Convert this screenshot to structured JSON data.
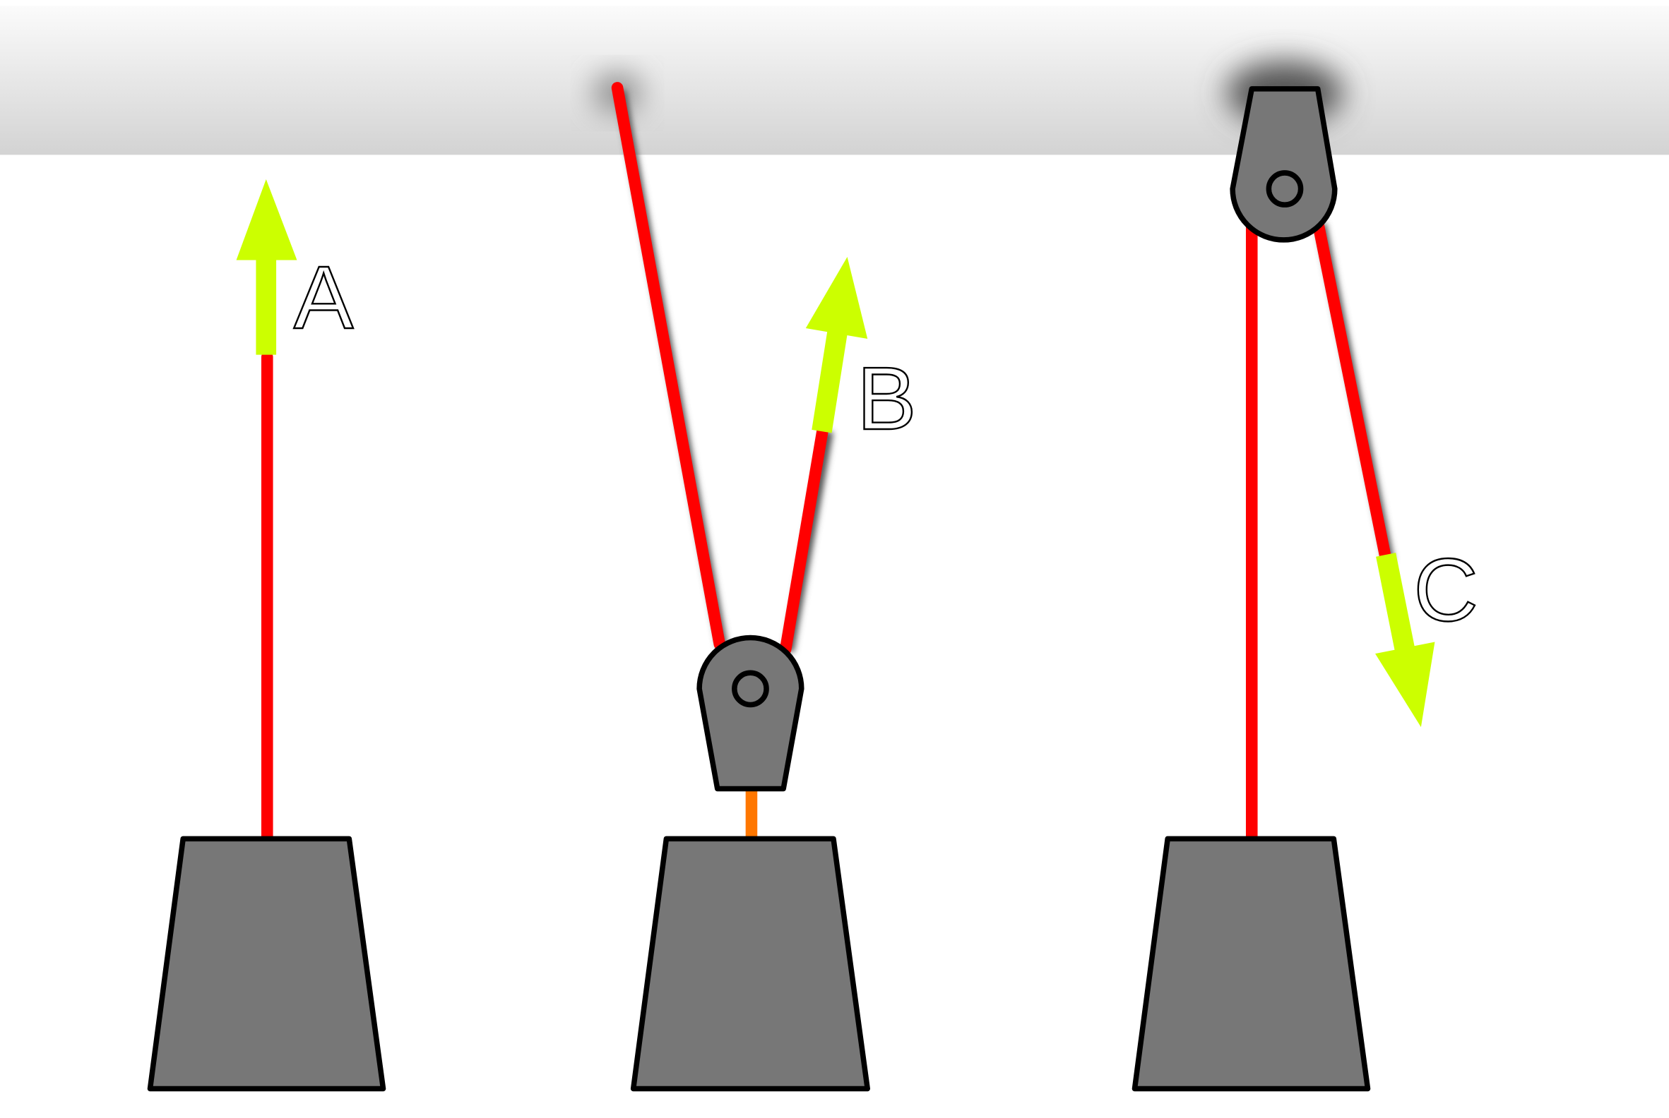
{
  "labels": {
    "a": "A",
    "b": "B",
    "c": "C"
  },
  "colors": {
    "rope": "#ff0000",
    "arrow": "#ccff00",
    "link": "#ff7700",
    "weight": "#777777",
    "ceiling_top": "#fafafa",
    "ceiling_bottom": "#d4d4d4"
  }
}
